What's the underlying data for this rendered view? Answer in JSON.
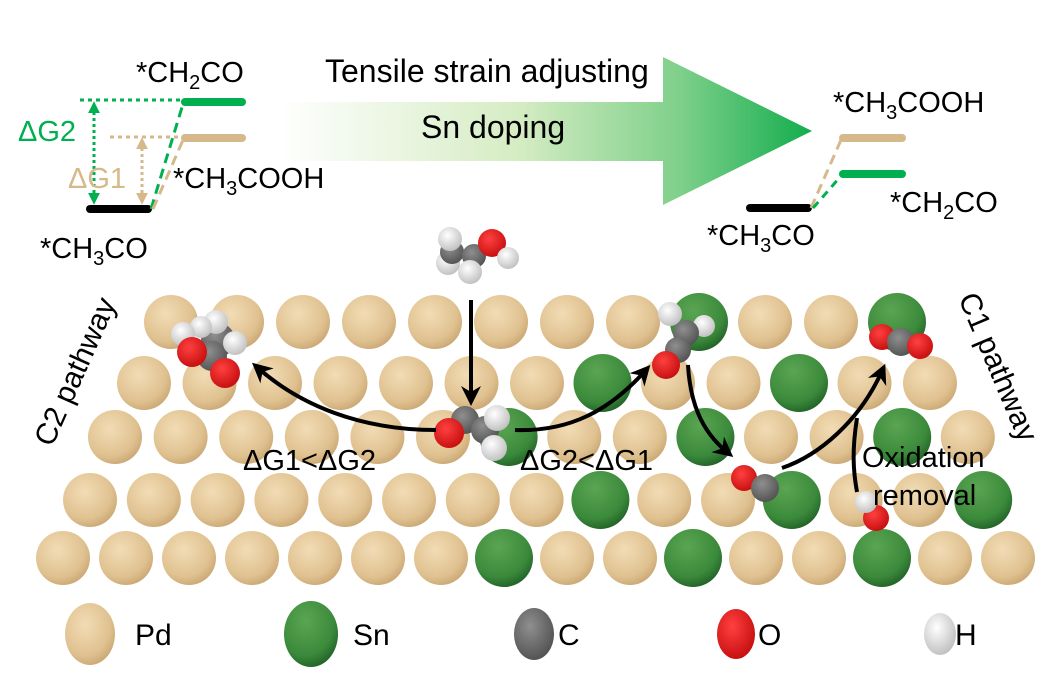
{
  "colors": {
    "pd": "#e3c596",
    "sn": "#3f8f3f",
    "c": "#6e6e6e",
    "o": "#ee1c1c",
    "h": "#f2f2f2",
    "green_accent": "#00b050",
    "tan_accent": "#d6b98a",
    "black": "#000000"
  },
  "top_arrow": {
    "label_upper": "Tensile strain adjusting",
    "label_inner": "Sn doping"
  },
  "left_energy_diagram": {
    "start_label": "*CH3CO",
    "c1_label": "*CH2CO",
    "c2_label": "*CH3COOH",
    "delta_g1": "ΔG1",
    "delta_g2": "ΔG2",
    "ordering": "*CH2CO above *CH3COOH above *CH3CO"
  },
  "right_energy_diagram": {
    "start_label": "*CH3CO",
    "c1_label": "*CH2CO",
    "c2_label": "*CH3COOH",
    "ordering": "*CH3COOH above *CH2CO above *CH3CO"
  },
  "pathways": {
    "left_label": "C2 pathway",
    "right_label": "C1 pathway",
    "compare_left": "ΔG1<ΔG2",
    "compare_right": "ΔG2<ΔG1",
    "oxidation_line1": "Oxidation",
    "oxidation_line2": "removal"
  },
  "surface": {
    "rows": [
      [
        "Pd",
        "Pd",
        "Pd",
        "Pd",
        "Pd",
        "Pd",
        "Pd",
        "Pd",
        "Sn",
        "Pd",
        "Pd",
        "Sn"
      ],
      [
        "Pd",
        "Pd",
        "Pd",
        "Pd",
        "Pd",
        "Pd",
        "Pd",
        "Sn",
        "Pd",
        "Pd",
        "Sn",
        "Pd",
        "Pd"
      ],
      [
        "Pd",
        "Pd",
        "Pd",
        "Pd",
        "Pd",
        "Pd",
        "Sn",
        "Pd",
        "Pd",
        "Sn",
        "Pd",
        "Pd",
        "Sn",
        "Pd"
      ],
      [
        "Pd",
        "Pd",
        "Pd",
        "Pd",
        "Pd",
        "Pd",
        "Pd",
        "Pd",
        "Sn",
        "Pd",
        "Pd",
        "Sn",
        "Pd",
        "Pd",
        "Sn"
      ],
      [
        "Pd",
        "Pd",
        "Pd",
        "Pd",
        "Pd",
        "Pd",
        "Pd",
        "Sn",
        "Pd",
        "Pd",
        "Sn",
        "Pd",
        "Pd",
        "Sn",
        "Pd",
        "Pd"
      ]
    ]
  },
  "molecules": [
    {
      "name": "ethanol",
      "role": "reactant"
    },
    {
      "name": "CH3CO",
      "role": "central-intermediate"
    },
    {
      "name": "CH3COOH",
      "role": "C2-product"
    },
    {
      "name": "CH2CO",
      "role": "C1-intermediate"
    },
    {
      "name": "CO",
      "role": "C1-intermediate"
    },
    {
      "name": "OH",
      "role": "oxidant"
    },
    {
      "name": "CO2",
      "role": "C1-product"
    }
  ],
  "legend": [
    {
      "element": "Pd",
      "label": "Pd"
    },
    {
      "element": "Sn",
      "label": "Sn"
    },
    {
      "element": "C",
      "label": "C"
    },
    {
      "element": "O",
      "label": "O"
    },
    {
      "element": "H",
      "label": "H"
    }
  ]
}
